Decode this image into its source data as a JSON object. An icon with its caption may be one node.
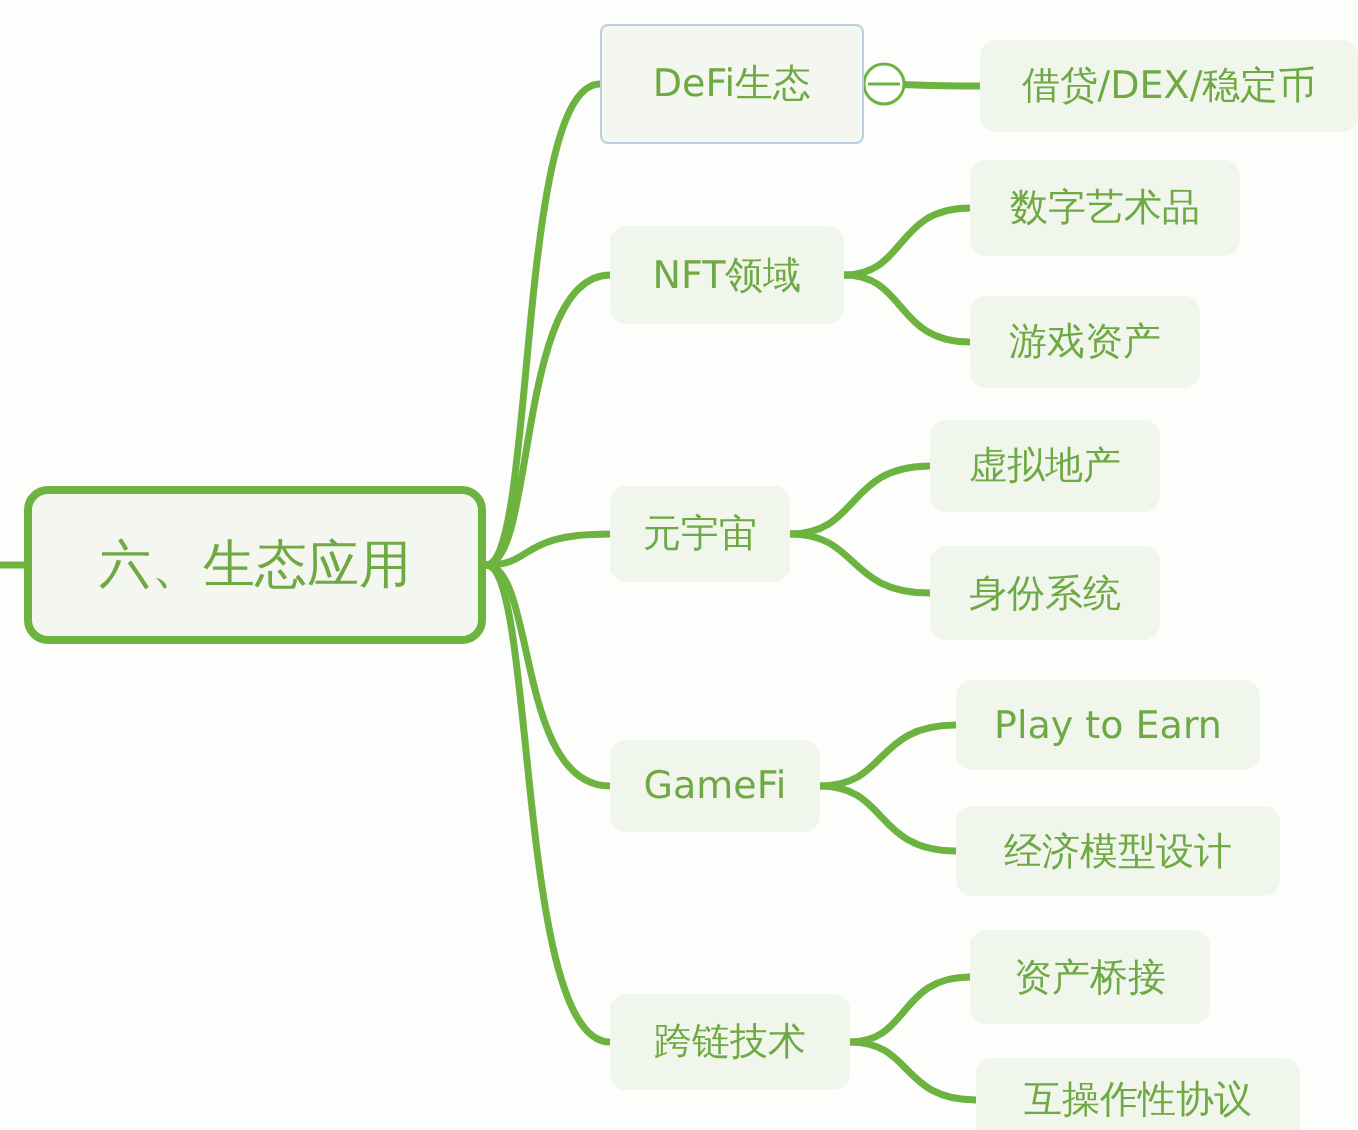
{
  "diagram": {
    "nodes": [
      {
        "text": [
          "六、生态应用"
        ]
      },
      {
        "text": [
          "DeFi生态"
        ]
      },
      {
        "text": [
          "借贷/DEX/稳定币"
        ]
      },
      {
        "text": [
          "NFT领域"
        ]
      },
      {
        "text": [
          "数字艺术品"
        ]
      },
      {
        "text": [
          "游戏资产"
        ]
      },
      {
        "text": [
          "元宇宙"
        ]
      },
      {
        "text": [
          "虚拟地产"
        ]
      },
      {
        "text": [
          "身份系统"
        ]
      },
      {
        "text": [
          "GameFi"
        ]
      },
      {
        "text": [
          "Play to Earn"
        ]
      },
      {
        "text": [
          "经济模型设计"
        ]
      },
      {
        "text": [
          "跨链技术"
        ]
      },
      {
        "text": [
          "资产桥接"
        ]
      },
      {
        "text": [
          "互操作性协议"
        ]
      }
    ],
    "edges": [
      {
        "from": null,
        "to": 0,
        "arrow": "none"
      },
      {
        "from": 0,
        "to": 1,
        "arrow": "none"
      },
      {
        "from": 1,
        "to": 2,
        "arrow": "other"
      },
      {
        "from": 0,
        "to": 3,
        "arrow": "none"
      },
      {
        "from": 3,
        "to": 4,
        "arrow": "none"
      },
      {
        "from": 3,
        "to": 5,
        "arrow": "none"
      },
      {
        "from": 0,
        "to": 6,
        "arrow": "none"
      },
      {
        "from": 6,
        "to": 7,
        "arrow": "none"
      },
      {
        "from": 6,
        "to": 8,
        "arrow": "none"
      },
      {
        "from": 0,
        "to": 9,
        "arrow": "none"
      },
      {
        "from": 9,
        "to": 10,
        "arrow": "none"
      },
      {
        "from": 9,
        "to": 11,
        "arrow": "none"
      },
      {
        "from": 0,
        "to": 12,
        "arrow": "none"
      },
      {
        "from": 12,
        "to": 13,
        "arrow": "none"
      },
      {
        "from": 12,
        "to": 14,
        "arrow": "none"
      }
    ]
  }
}
